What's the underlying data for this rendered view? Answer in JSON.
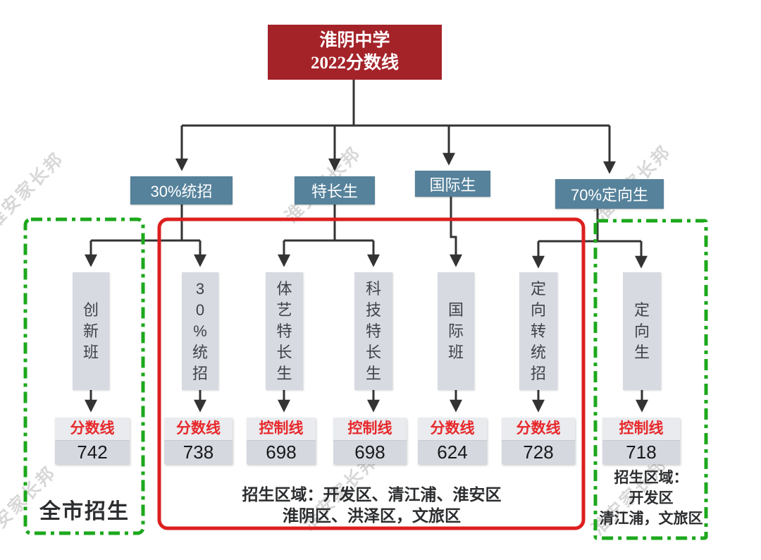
{
  "root": {
    "line1": "淮阴中学",
    "line2": "2022分数线"
  },
  "categories": [
    {
      "label": "30%统招"
    },
    {
      "label": "特长生"
    },
    {
      "label": "国际生"
    },
    {
      "label": "70%定向生"
    }
  ],
  "columns": [
    {
      "name": "创新班",
      "score_label": "分数线",
      "score": "742"
    },
    {
      "name": "30%统招",
      "score_label": "分数线",
      "score": "738"
    },
    {
      "name": "体艺特长生",
      "score_label": "控制线",
      "score": "698"
    },
    {
      "name": "科技特长生",
      "score_label": "控制线",
      "score": "698"
    },
    {
      "name": "国际班",
      "score_label": "分数线",
      "score": "624"
    },
    {
      "name": "定向转统招",
      "score_label": "分数线",
      "score": "728"
    },
    {
      "name": "定向生",
      "score_label": "控制线",
      "score": "718"
    }
  ],
  "regions": {
    "left_note": "全市招生",
    "middle_note_line1": "招生区域：开发区、清江浦、淮安区",
    "middle_note_line2": "淮阴区、洪泽区，文旅区",
    "right_note_line1": "招生区域：",
    "right_note_line2": "开发区",
    "right_note_line3": "清江浦，文旅区"
  },
  "watermark": "淮安家长邦",
  "colors": {
    "root_bg": "#A42329",
    "category_bg": "#56829B",
    "node_bg": "#D7DAE1",
    "score_label": "#E8282B",
    "frame_red": "#DD1F1F",
    "frame_green": "#1CA81C",
    "connector": "#333333"
  }
}
